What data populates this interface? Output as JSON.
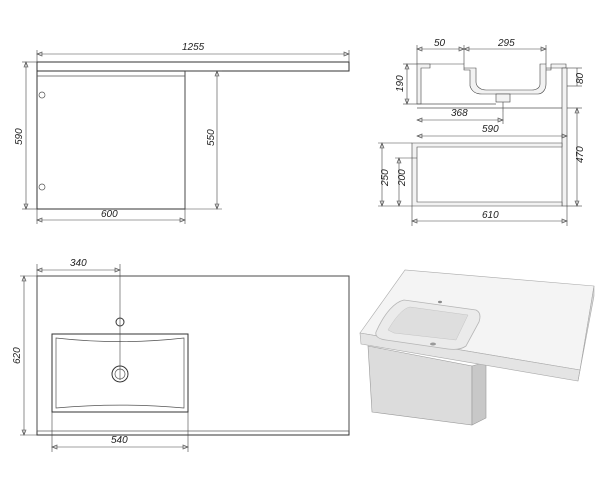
{
  "dimensions": {
    "front_total_width": "1255",
    "front_cabinet_height": "590",
    "front_inner_height": "550",
    "front_cabinet_width": "600",
    "side_front_offset": "50",
    "side_basin_width": "295",
    "side_top_thickness": "190",
    "side_basin_depth": "80",
    "side_drain_offset": "368",
    "side_cabinet_depth": "590",
    "side_right_height": "470",
    "side_drawer_height": "250",
    "side_drawer_inner": "200",
    "side_total_depth": "610",
    "plan_tap_offset": "340",
    "plan_depth": "620",
    "plan_basin_width": "540"
  },
  "colors": {
    "line": "#333333",
    "render_top": "#f4f4f4",
    "render_front": "#dcdcdc",
    "render_side": "#c8c8c8"
  }
}
